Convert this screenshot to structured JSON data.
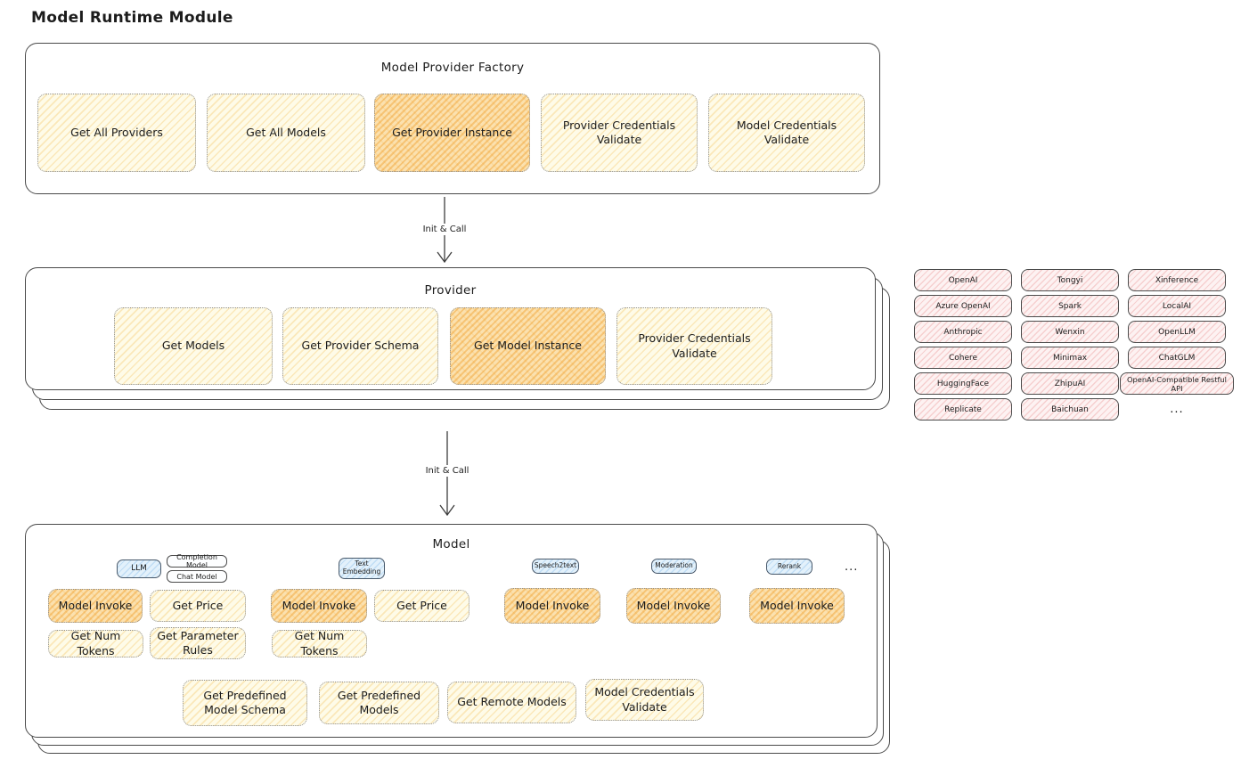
{
  "page": {
    "title": "Model Runtime Module"
  },
  "colors": {
    "cell_yellow_fill": "#fefbe8",
    "cell_orange_highlight": "#f9d08a",
    "chip_pink_fill": "#fdf2f2",
    "tag_blue_fill": "#e3f1fb",
    "border_dark": "#4a4a4a",
    "text": "#1c1c1c"
  },
  "factory": {
    "title": "Model Provider Factory",
    "cells": [
      {
        "label": "Get All Providers",
        "highlight": false
      },
      {
        "label": "Get All Models",
        "highlight": false
      },
      {
        "label": "Get Provider Instance",
        "highlight": true
      },
      {
        "label": "Provider Credentials Validate",
        "highlight": false
      },
      {
        "label": "Model Credentials Validate",
        "highlight": false
      }
    ]
  },
  "arrows": {
    "factory_to_provider_label": "Init & Call",
    "provider_to_model_label": "Init & Call"
  },
  "provider": {
    "title": "Provider",
    "cells": [
      {
        "label": "Get Models",
        "highlight": false
      },
      {
        "label": "Get Provider Schema",
        "highlight": false
      },
      {
        "label": "Get Model Instance",
        "highlight": true
      },
      {
        "label": "Provider Credentials Validate",
        "highlight": false
      }
    ]
  },
  "provider_list": {
    "columns": [
      [
        "OpenAI",
        "Azure OpenAI",
        "Anthropic",
        "Cohere",
        "HuggingFace",
        "Replicate"
      ],
      [
        "Tongyi",
        "Spark",
        "Wenxin",
        "Minimax",
        "ZhipuAI",
        "Baichuan"
      ],
      [
        "Xinference",
        "LocalAI",
        "OpenLLM",
        "ChatGLM",
        "OpenAI-Compatible Restful API",
        "..."
      ]
    ]
  },
  "model": {
    "title": "Model",
    "type_tags": {
      "llm": "LLM",
      "completion": "Completion Model",
      "chat": "Chat Model",
      "text_embedding": "Text Embedding",
      "speech2text": "Speech2text",
      "moderation": "Moderation",
      "rerank": "Rerank",
      "more": "..."
    },
    "llm_cells": {
      "invoke": "Model Invoke",
      "get_price": "Get Price",
      "get_num_tokens": "Get Num Tokens",
      "get_parameter_rules": "Get Parameter Rules"
    },
    "text_embedding_cells": {
      "invoke": "Model Invoke",
      "get_price": "Get Price",
      "get_num_tokens": "Get Num Tokens"
    },
    "speech2text_cells": {
      "invoke": "Model Invoke"
    },
    "moderation_cells": {
      "invoke": "Model Invoke"
    },
    "rerank_cells": {
      "invoke": "Model Invoke"
    },
    "common_cells": {
      "get_predefined_model_schema": "Get Predefined Model Schema",
      "get_predefined_models": "Get Predefined Models",
      "get_remote_models": "Get Remote Models",
      "model_credentials_validate": "Model Credentials Validate"
    }
  }
}
